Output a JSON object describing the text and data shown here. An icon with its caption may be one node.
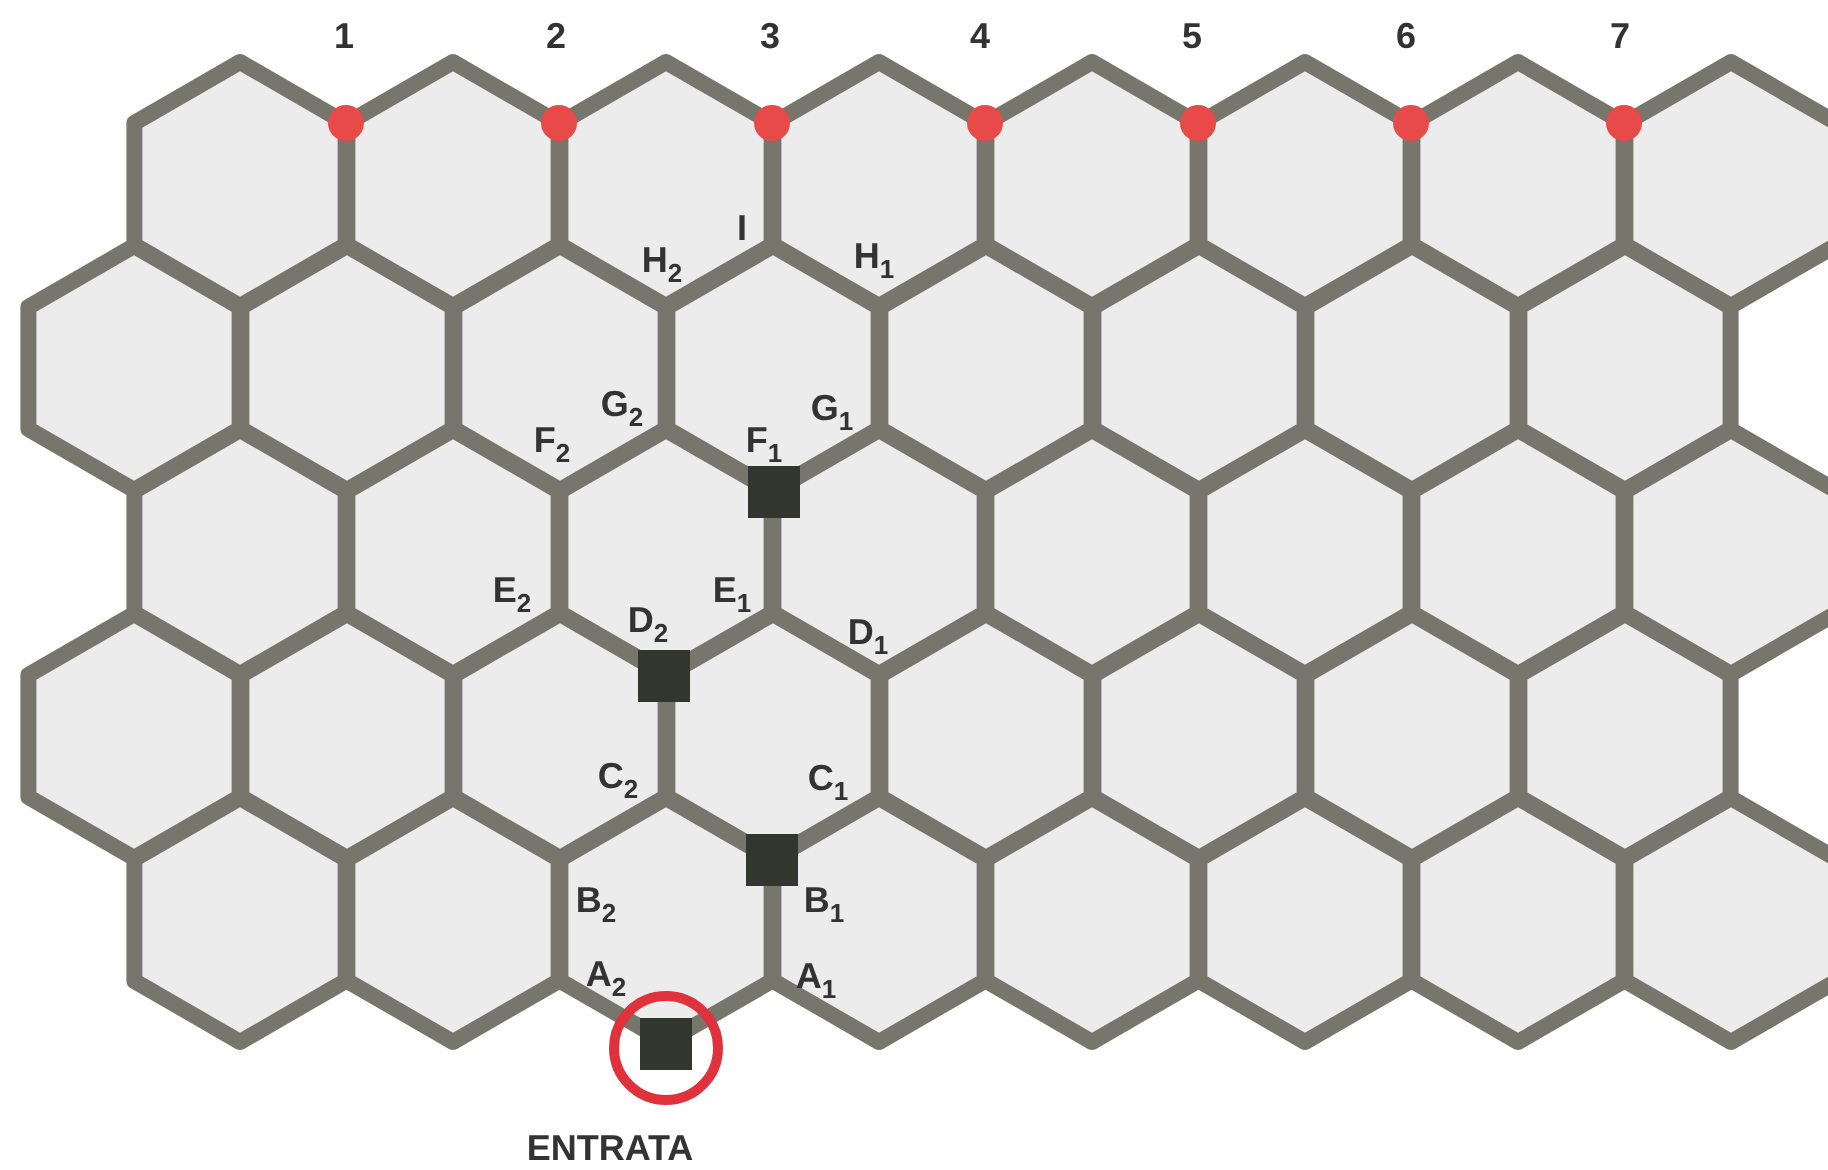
{
  "diagram": {
    "labels": [
      "1",
      "2",
      "3",
      "4",
      "5",
      "6",
      "7",
      "I",
      "H$_{2}$",
      "H$_{1}$",
      "G$_{2}$",
      "G$_{1}$",
      "F$_{2}$",
      "F$_{1}$",
      "E$_{2}$",
      "E$_{1}$",
      "D$_{2}$",
      "D$_{1}$",
      "C$_{2}$",
      "C$_{1}$",
      "B$_{2}$",
      "B$_{1}$",
      "A$_{2}$",
      "A$_{1}$",
      "ENTRATA"
    ]
  }
}
